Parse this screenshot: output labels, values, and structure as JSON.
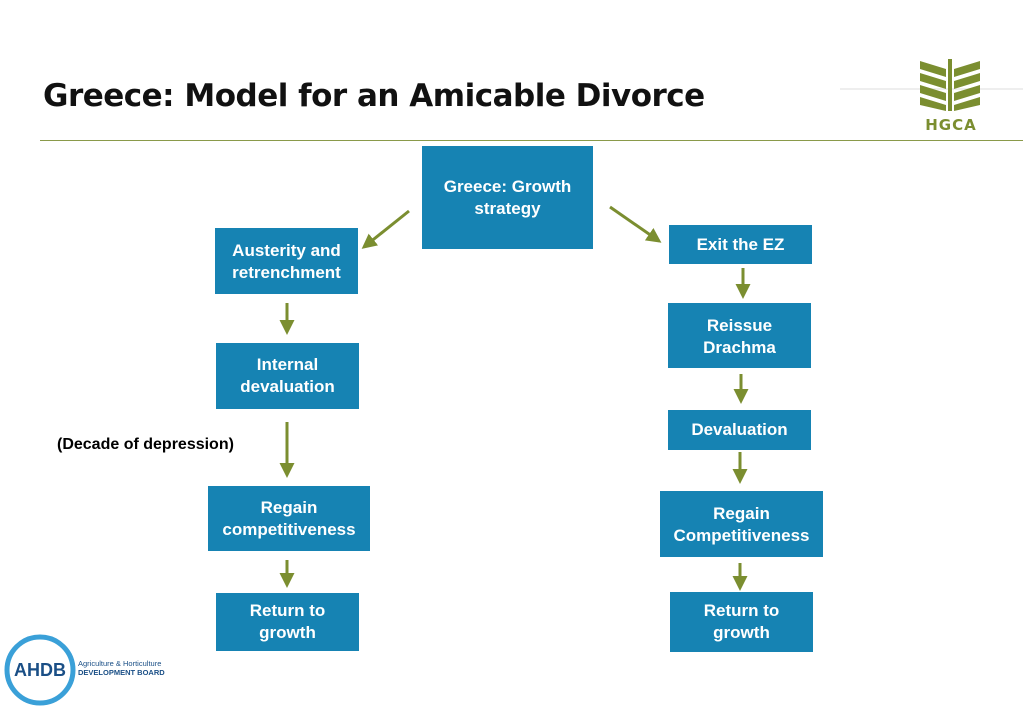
{
  "slide": {
    "title": "Greece: Model for an Amicable Divorce"
  },
  "diagram": {
    "root": "Greece: Growth\nstrategy",
    "left_branch": [
      "Austerity and\nretrenchment",
      "Internal\ndevaluation",
      "Regain\ncompetitiveness",
      "Return to\ngrowth"
    ],
    "right_branch": [
      "Exit the EZ",
      "Reissue\nDrachma",
      "Devaluation",
      "Regain\nCompetitiveness",
      "Return to\ngrowth"
    ],
    "note": "(Decade of depression)"
  },
  "logos": {
    "hgca": "HGCA",
    "ahdb": "AHDB",
    "ahdb_line1": "Agriculture & Horticulture",
    "ahdb_line2": "DEVELOPMENT BOARD"
  },
  "colors": {
    "box_fill": "#1683b3",
    "arrow": "#7b8e30",
    "rule": "#8a9a4a",
    "ahdb_blue": "#1a4f86"
  }
}
